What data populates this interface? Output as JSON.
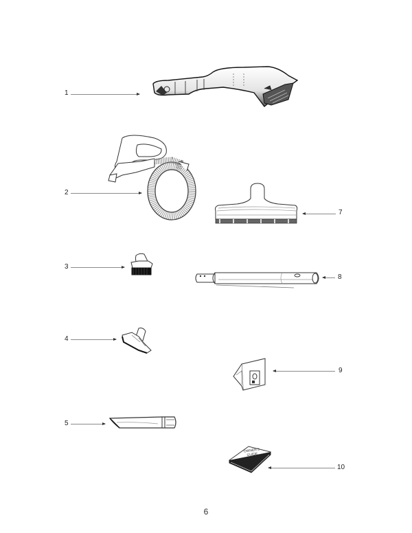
{
  "page": {
    "number": "6"
  },
  "parts": [
    {
      "id": "1",
      "label": "1",
      "name": "handheld-body"
    },
    {
      "id": "2",
      "label": "2",
      "name": "handle-with-hose"
    },
    {
      "id": "3",
      "label": "3",
      "name": "dusting-brush"
    },
    {
      "id": "4",
      "label": "4",
      "name": "upholstery-tool"
    },
    {
      "id": "5",
      "label": "5",
      "name": "crevice-tool"
    },
    {
      "id": "7",
      "label": "7",
      "name": "floor-brush"
    },
    {
      "id": "8",
      "label": "8",
      "name": "extension-wand"
    },
    {
      "id": "9",
      "label": "9",
      "name": "dust-bag"
    },
    {
      "id": "10",
      "label": "10",
      "name": "owners-guide"
    }
  ],
  "owners_guide": {
    "line1": "OWNER'S",
    "line2": "GUIDE"
  },
  "colors": {
    "line": "#1a1a1a",
    "leader": "#8a8a8a",
    "shade": "#9a9a9a"
  }
}
